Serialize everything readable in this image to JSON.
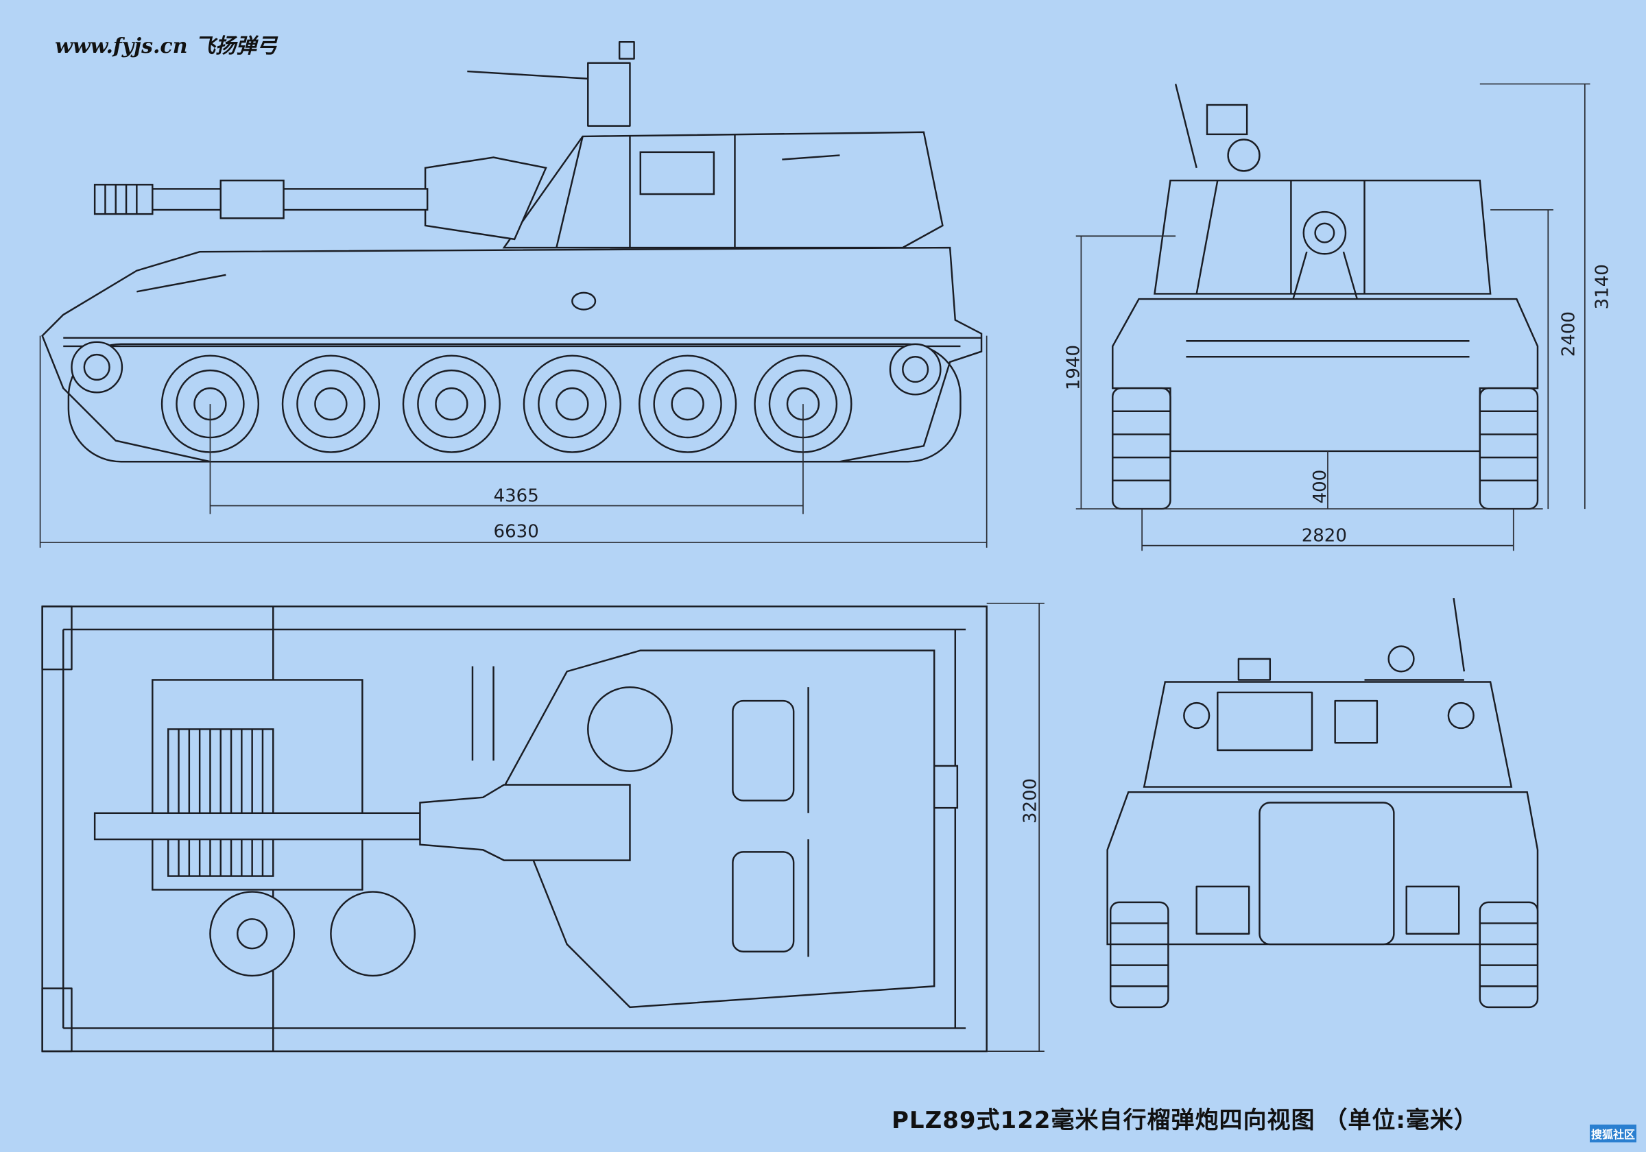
{
  "header": {
    "site": "www.fyjs.cn 飞扬弹弓"
  },
  "title": "PLZ89式122毫米自行榴弹炮四向视图 （单位:毫米）",
  "watermark": "搜狐社区",
  "dimensions": {
    "side_wheelbase": "4365",
    "side_length": "6630",
    "front_hull_height": "1940",
    "front_height_2400": "2400",
    "front_total_height": "3140",
    "front_clearance": "400",
    "front_width": "2820",
    "top_width": "3200"
  },
  "colors": {
    "background": "#b4d4f6",
    "line": "#1a1d24"
  }
}
